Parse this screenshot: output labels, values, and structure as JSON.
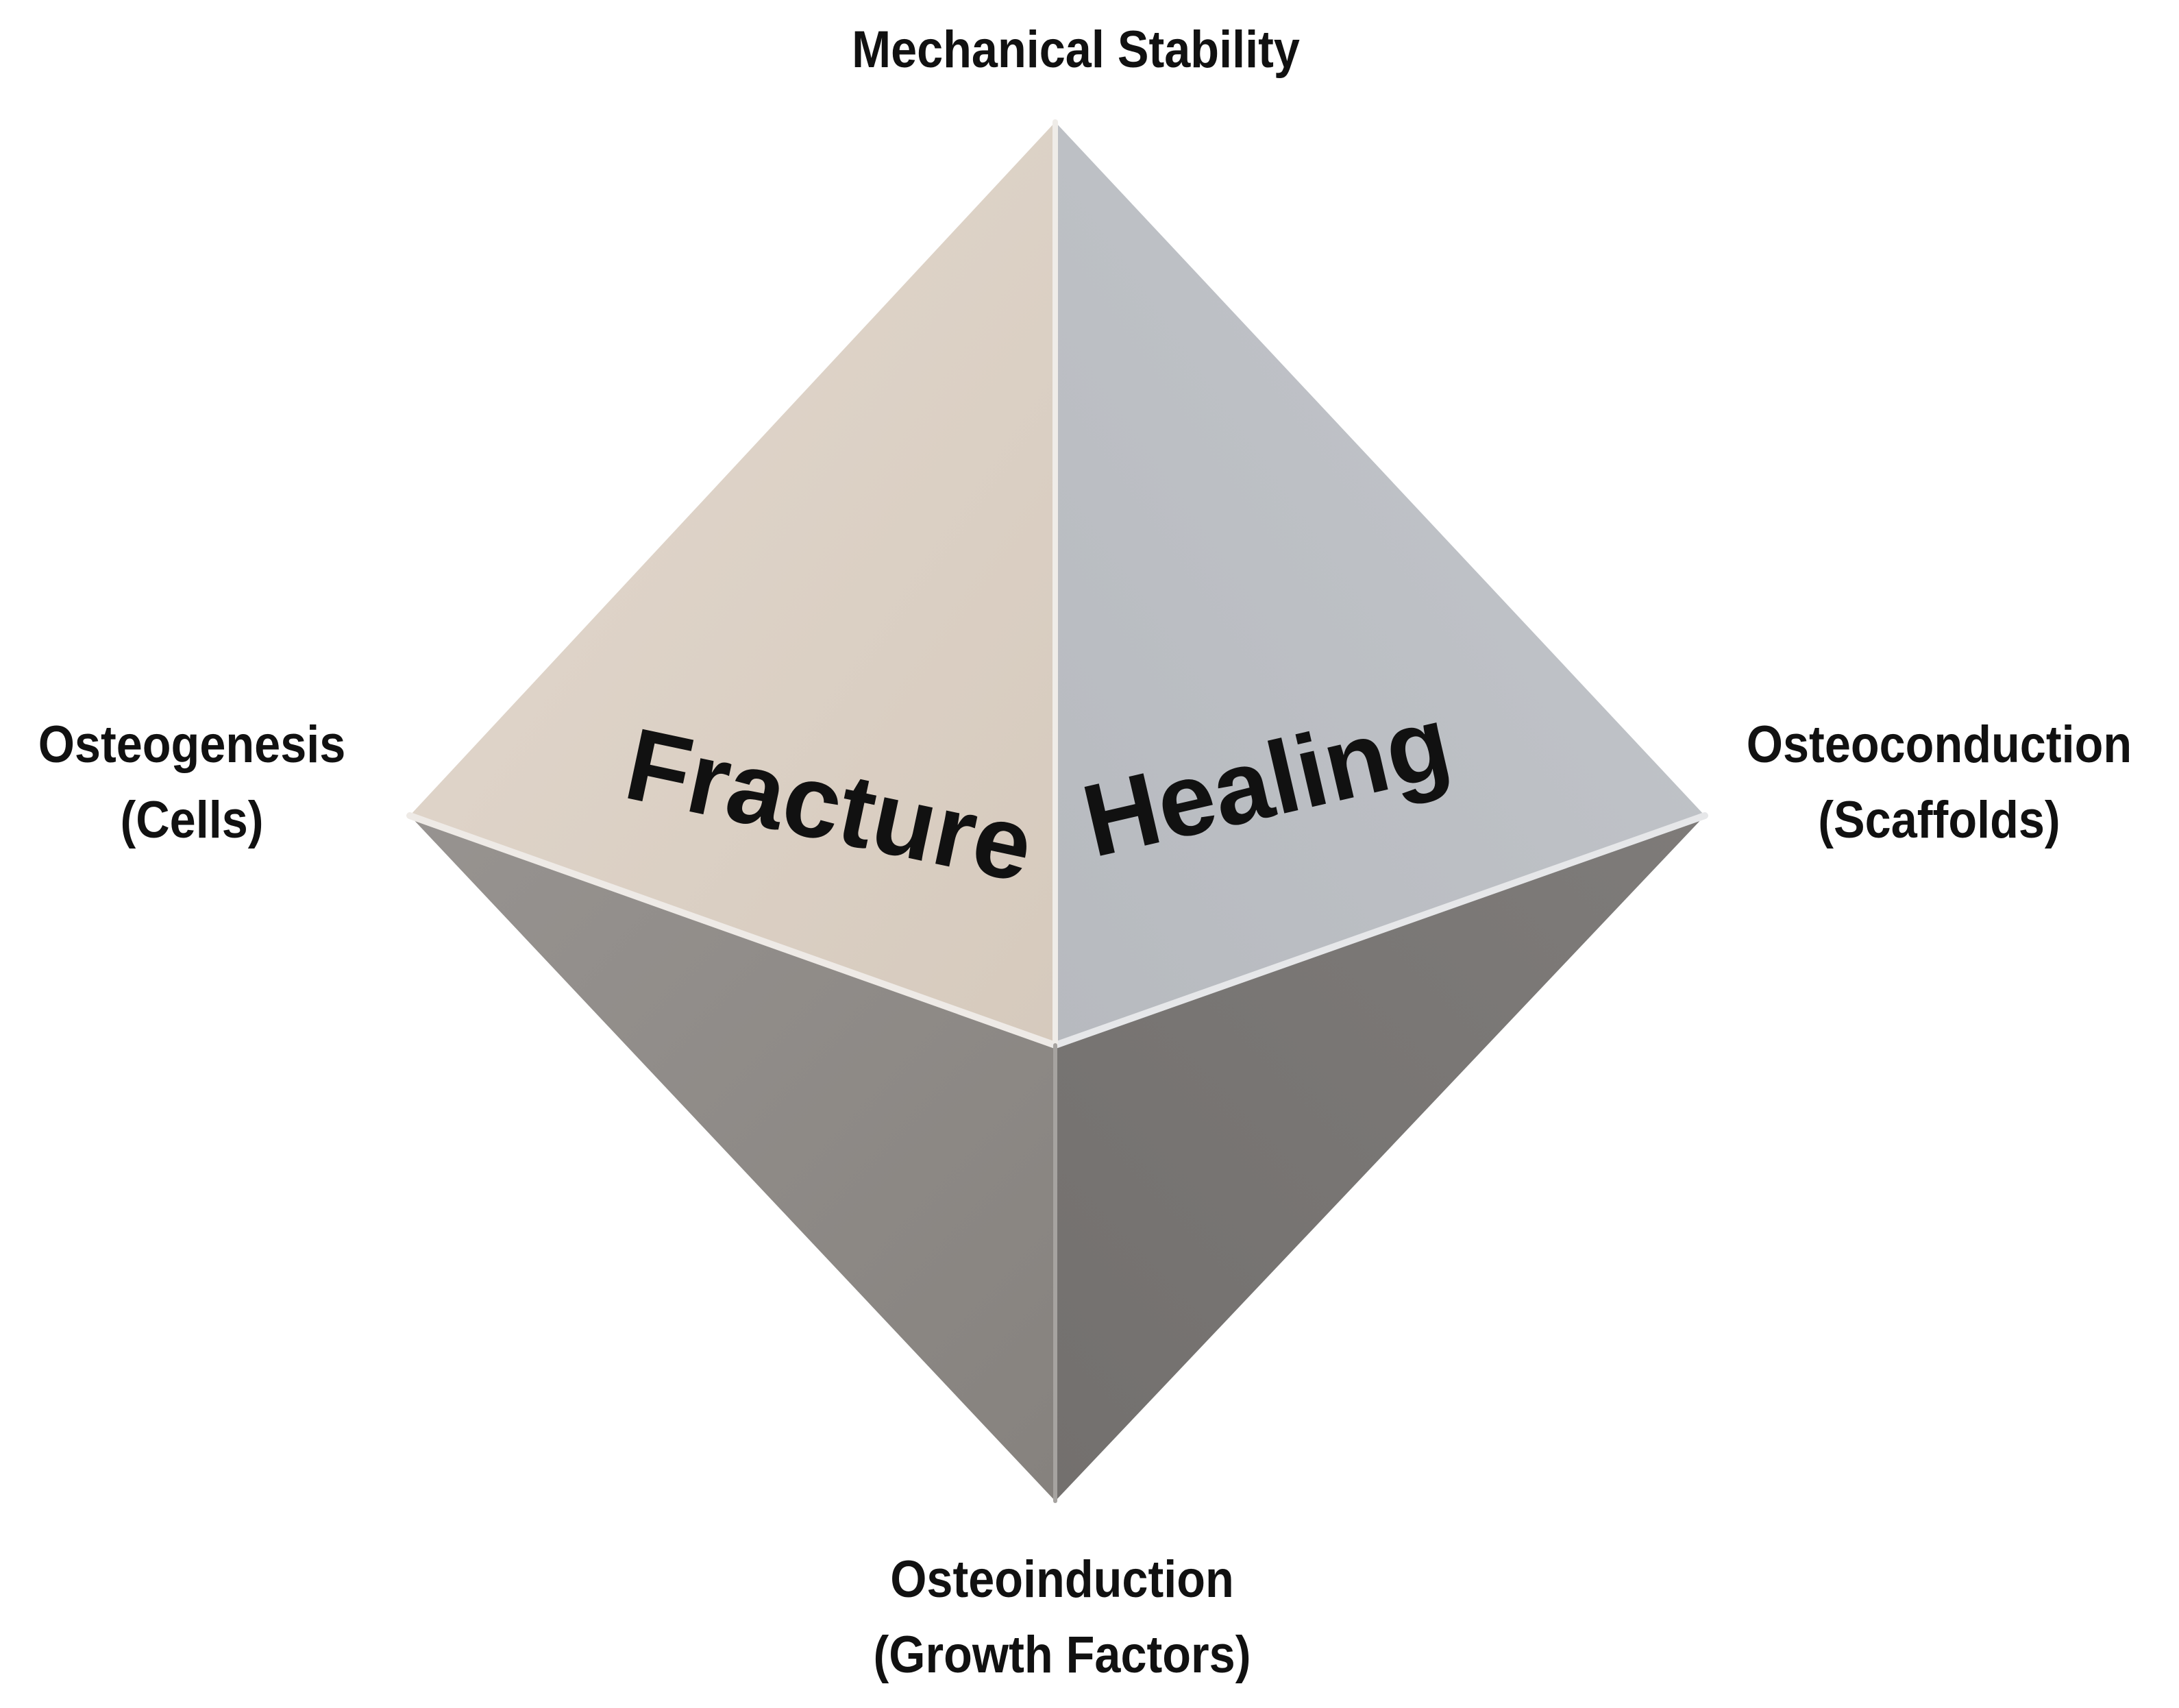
{
  "labels": {
    "top": "Mechanical Stability",
    "left": {
      "line1": "Osteogenesis",
      "line2": "(Cells)"
    },
    "right": {
      "line1": "Osteoconduction",
      "line2": "(Scaffolds)"
    },
    "bottom": {
      "line1": "Osteoinduction",
      "line2": "(Growth Factors)"
    }
  },
  "faces": {
    "left_text": "Fracture",
    "right_text": "Healing"
  },
  "colors": {
    "face_upper_left": "#ddd2c7",
    "face_upper_right": "#bcbfc4",
    "face_lower_left": "#8d8985",
    "face_lower_right": "#797674",
    "text": "#111111",
    "background": "#ffffff"
  }
}
